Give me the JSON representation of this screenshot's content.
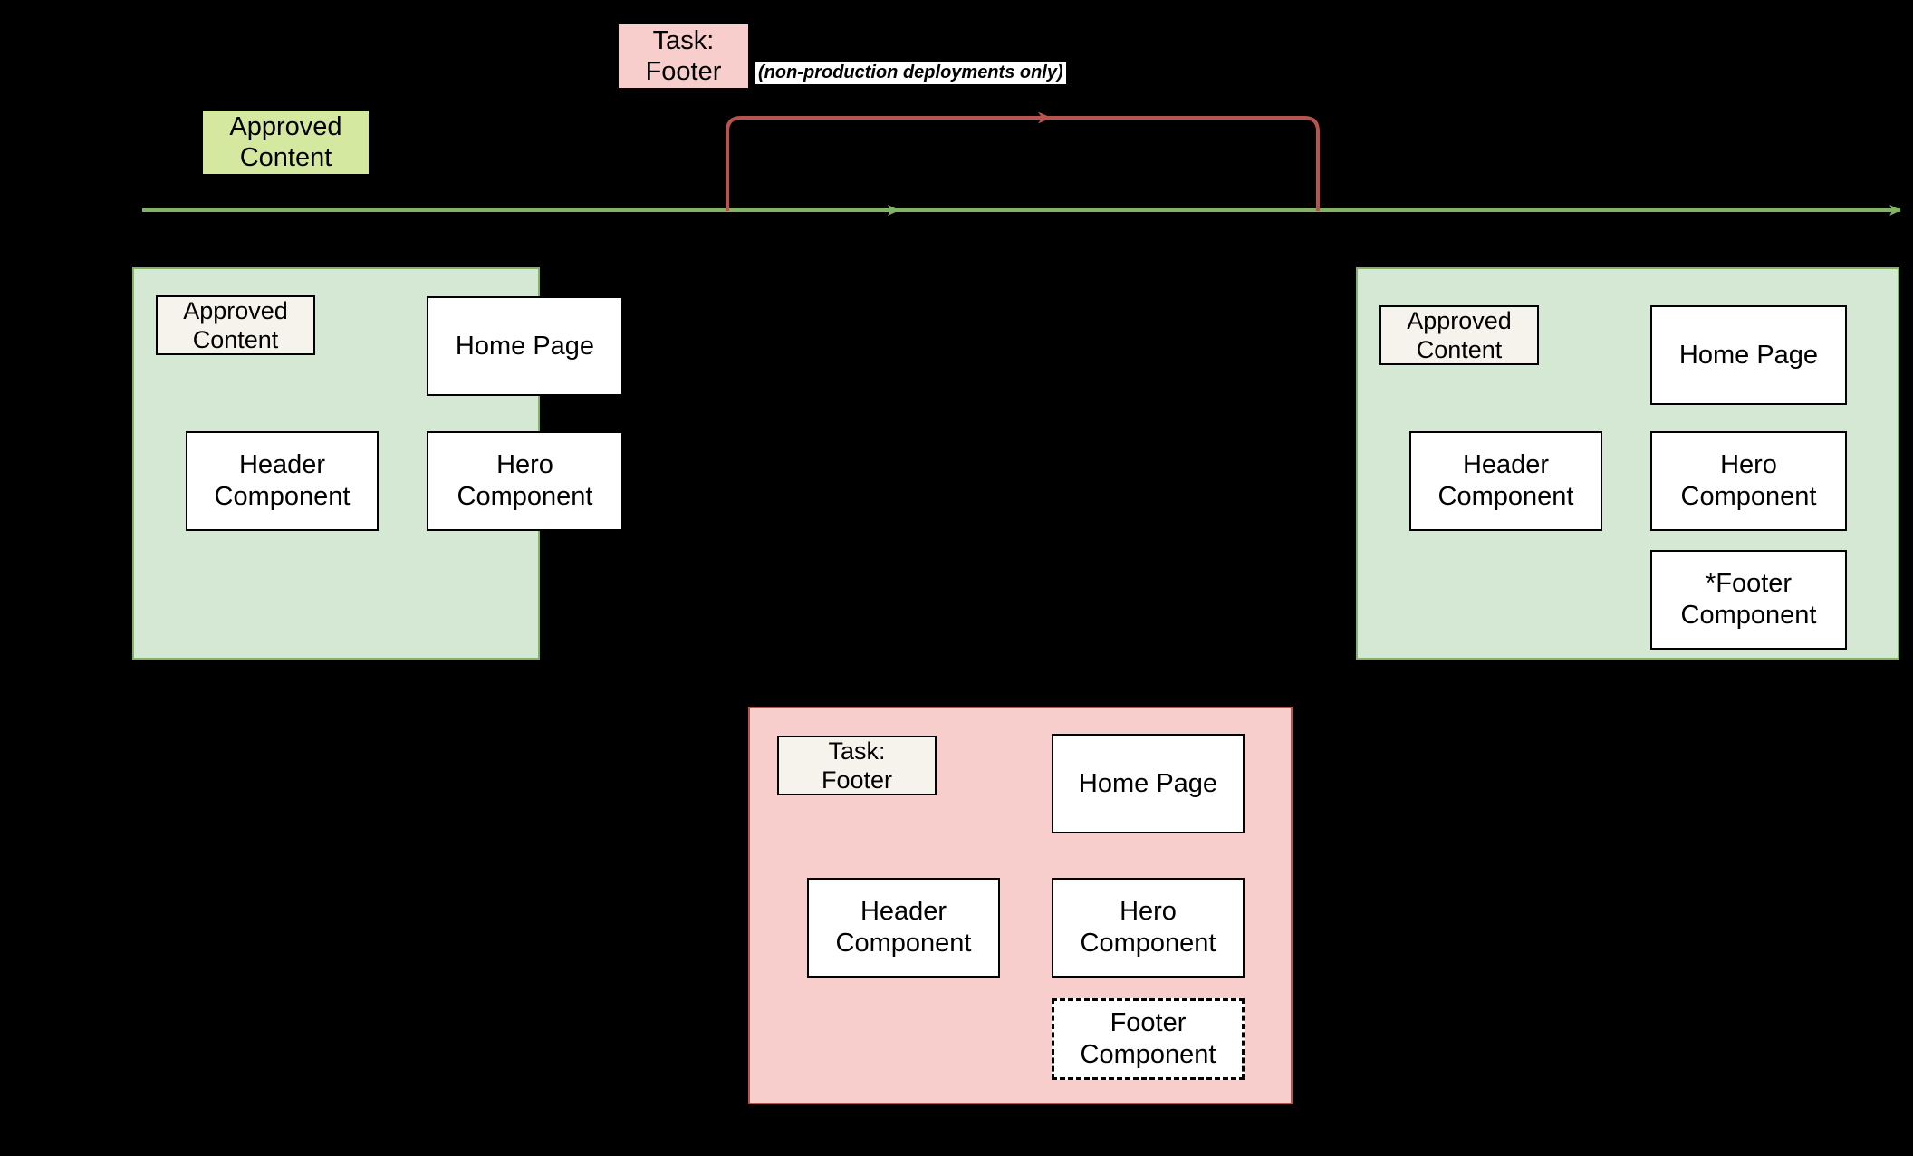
{
  "diagram": {
    "title_tags": {
      "task_footer": "Task:\nFooter",
      "approved_content": "Approved\nContent"
    },
    "edge_label": "(non-production deployments only)",
    "colors": {
      "green_fill": "#d5e8d4",
      "green_stroke": "#82b366",
      "green_tag_fill": "#d5e8a0",
      "pink_fill": "#f8cecc",
      "pink_stroke": "#b85450",
      "timeline_arrow": "#82b366",
      "loop_arrow": "#b85450",
      "box_fill": "#ffffff",
      "label_box_fill": "#f6f3ec",
      "box_stroke": "#000000",
      "background": "#000000"
    },
    "panels": [
      {
        "id": "before-state",
        "kind": "green",
        "label": "Approved\nContent",
        "boxes": [
          {
            "name": "home-page",
            "label": "Home Page",
            "style": "solid"
          },
          {
            "name": "header-component",
            "label": "Header\nComponent",
            "style": "solid"
          },
          {
            "name": "hero-component",
            "label": "Hero\nComponent",
            "style": "solid"
          }
        ]
      },
      {
        "id": "task-state",
        "kind": "pink",
        "label": "Task:\nFooter",
        "boxes": [
          {
            "name": "home-page",
            "label": "Home Page",
            "style": "solid"
          },
          {
            "name": "header-component",
            "label": "Header\nComponent",
            "style": "solid"
          },
          {
            "name": "hero-component",
            "label": "Hero\nComponent",
            "style": "solid"
          },
          {
            "name": "footer-component",
            "label": "Footer\nComponent",
            "style": "dashed"
          }
        ]
      },
      {
        "id": "after-state",
        "kind": "green",
        "label": "Approved\nContent",
        "boxes": [
          {
            "name": "home-page",
            "label": "Home Page",
            "style": "solid"
          },
          {
            "name": "header-component",
            "label": "Header\nComponent",
            "style": "solid"
          },
          {
            "name": "hero-component",
            "label": "Hero\nComponent",
            "style": "solid"
          },
          {
            "name": "footer-component",
            "label": "*Footer\nComponent",
            "style": "solid"
          }
        ]
      }
    ]
  }
}
